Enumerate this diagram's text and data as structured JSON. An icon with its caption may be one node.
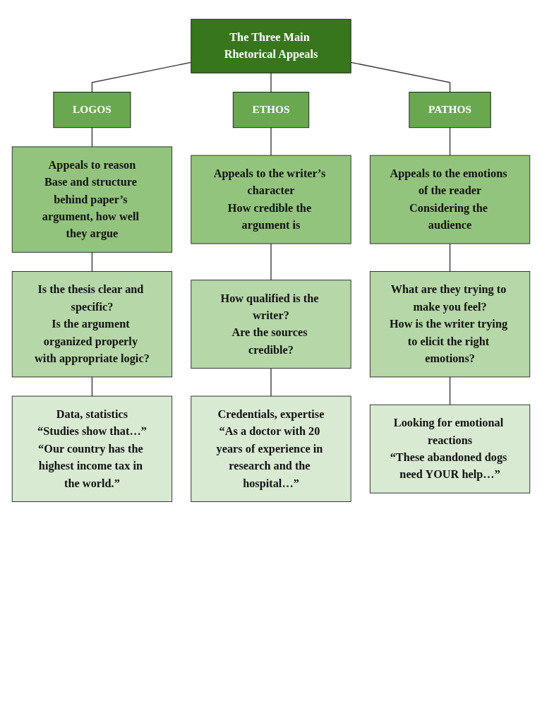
{
  "diagram": {
    "nodes": [
      {
        "text": [
          "The Three Main Rhetorical Appeals"
        ]
      },
      {
        "text": [
          "LOGOS"
        ]
      },
      {
        "text": [
          "ETHOS"
        ]
      },
      {
        "text": [
          "PATHOS"
        ]
      },
      {
        "text": [
          "Appeals to reason",
          "Base and structure behind paper’s argument, how well they argue"
        ]
      },
      {
        "text": [
          "Is the thesis clear and specific?",
          "Is the argument organized properly with appropriate logic?"
        ]
      },
      {
        "text": [
          "Data, statistics",
          "“Studies show that…”",
          "“Our country has the highest income tax in the world.”"
        ]
      },
      {
        "text": [
          "Appeals to the writer’s character",
          "How credible the argument is"
        ]
      },
      {
        "text": [
          "How qualified is the writer?",
          "Are the sources credible?"
        ]
      },
      {
        "text": [
          "Credentials, expertise",
          "“As a doctor with 20 years of experience in research and the hospital…”"
        ]
      },
      {
        "text": [
          "Appeals to the emotions of the reader",
          "Considering the audience"
        ]
      },
      {
        "text": [
          "What are they trying to make you feel?",
          "How is the writer trying to elicit the right emotions?"
        ]
      },
      {
        "text": [
          "Looking for emotional reactions",
          "“These abandoned dogs need YOUR help…”"
        ]
      }
    ],
    "edges": [
      {
        "from": 0,
        "to": 1,
        "arrow": "none"
      },
      {
        "from": 0,
        "to": 2,
        "arrow": "none"
      },
      {
        "from": 0,
        "to": 3,
        "arrow": "none"
      },
      {
        "from": 1,
        "to": 4,
        "arrow": "none"
      },
      {
        "from": 4,
        "to": 5,
        "arrow": "none"
      },
      {
        "from": 5,
        "to": 6,
        "arrow": "none"
      },
      {
        "from": 2,
        "to": 7,
        "arrow": "none"
      },
      {
        "from": 7,
        "to": 8,
        "arrow": "none"
      },
      {
        "from": 8,
        "to": 9,
        "arrow": "none"
      },
      {
        "from": 3,
        "to": 10,
        "arrow": "none"
      },
      {
        "from": 10,
        "to": 11,
        "arrow": "none"
      },
      {
        "from": 11,
        "to": 12,
        "arrow": "none"
      }
    ]
  }
}
